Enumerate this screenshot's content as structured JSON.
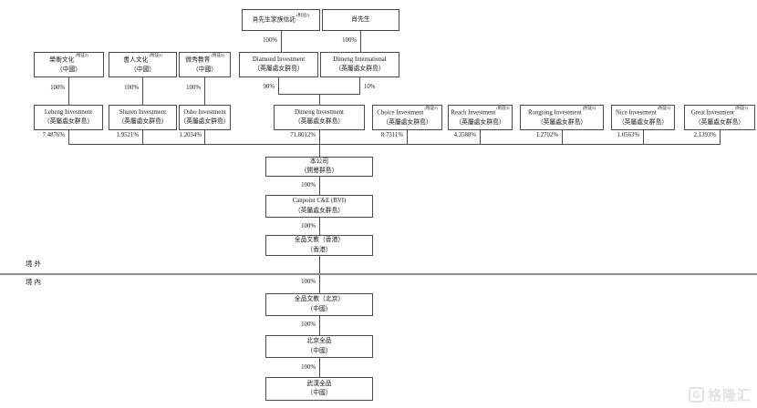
{
  "diagram": {
    "zones": {
      "offshore": "境外",
      "onshore": "境內"
    },
    "nodes": {
      "trust": {
        "name": "肖先生家族信託",
        "note": "(附註1)"
      },
      "mr_xiao": {
        "name": "肖先生"
      },
      "leheng_culture": {
        "name": "樂衡文化",
        "note": "(附註2)",
        "juris": "（中國）"
      },
      "shuren_culture": {
        "name": "書人文化",
        "note": "(附註2)",
        "juris": "（中國）"
      },
      "weixiu_education": {
        "name": "微秀教育",
        "note": "(附註2)",
        "juris": "（中國）"
      },
      "diamond": {
        "name": "Diamond Investment",
        "juris": "（英屬處女群島）"
      },
      "dimeng_intl": {
        "name": "Dimeng International",
        "juris": "（英屬處女群島）"
      },
      "leheng_inv": {
        "name": "Leheng Investment",
        "juris": "（英屬處女群島）"
      },
      "shuren_inv": {
        "name": "Shuren Investment",
        "juris": "（英屬處女群島）"
      },
      "osho_inv": {
        "name": "Osho Investment",
        "juris": "（英屬處女群島）"
      },
      "dimeng_inv": {
        "name": "Dimeng Investment",
        "juris": "（英屬處女群島）"
      },
      "choice_inv": {
        "name": "Choice Investment",
        "note": "(附註3)",
        "juris": "（英屬處女群島）"
      },
      "reach_inv": {
        "name": "Reach Investment",
        "note": "(附註3)",
        "juris": "（英屬處女群島）"
      },
      "rongtong_inv": {
        "name": "Rongtong Investment",
        "note": "(附註3)",
        "juris": "（英屬處女群島）"
      },
      "nice_inv": {
        "name": "Nice Investment",
        "note": "(附註3)",
        "juris": "（英屬處女群島）"
      },
      "great_inv": {
        "name": "Great Investment",
        "note": "(附註3)",
        "juris": "（英屬處女群島）"
      },
      "company": {
        "name": "本公司",
        "juris": "（開曼群島）"
      },
      "canpoint": {
        "name": "Canpoint C&E (BVI)",
        "juris": "（英屬處女群島）"
      },
      "quanpin_hk": {
        "name": "全品文教（香港）",
        "juris": "（香港）"
      },
      "quanpin_bj": {
        "name": "全品文教（北京）",
        "juris": "（中國）"
      },
      "beijing_quanpin": {
        "name": "北京全品",
        "juris": "（中國）"
      },
      "wuhan_quanpin": {
        "name": "武漢全品",
        "juris": "（中國）"
      }
    },
    "percents": {
      "trust_to_diamond": "100%",
      "xiao_to_intl": "100%",
      "leheng_c_down": "100%",
      "shuren_c_down": "100%",
      "weixiu_down": "100%",
      "diamond_to_dimeng": "90%",
      "intl_to_dimeng": "10%",
      "leheng": "7.4876%",
      "shuren": "1.9521%",
      "osho": "1.2034%",
      "dimeng": "71.8012%",
      "choice": "8.7311%",
      "reach": "4.3588%",
      "rongtong": "1.2702%",
      "nice": "1.0563%",
      "great": "2.1393%",
      "company_to_canpoint": "100%",
      "canpoint_to_hk": "100%",
      "hk_to_bj": "100%",
      "bj_to_bjqp": "100%",
      "bjqp_to_whqp": "100%"
    },
    "watermark": {
      "icon": "G",
      "brand": "格隆汇"
    }
  }
}
